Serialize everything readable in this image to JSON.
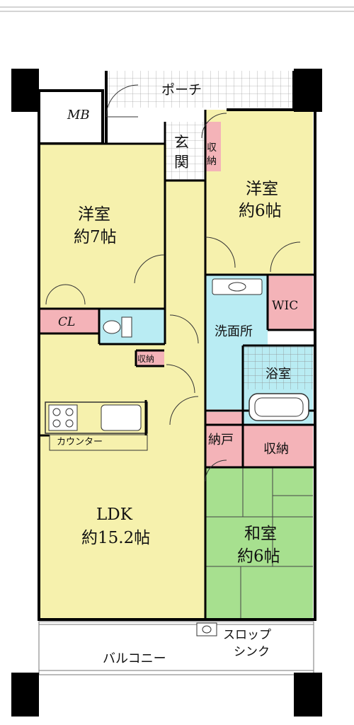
{
  "rooms": {
    "western_room_1": {
      "name": "洋室",
      "size": "約7帖"
    },
    "western_room_2": {
      "name": "洋室",
      "size": "約6帖"
    },
    "ldk": {
      "name": "LDK",
      "size": "約15.2帖"
    },
    "japanese_room": {
      "name": "和室",
      "size": "約6帖"
    },
    "entrance": {
      "name": "玄関"
    },
    "washroom": {
      "name": "洗面所"
    },
    "bathroom": {
      "name": "浴室"
    }
  },
  "storage": {
    "mb": "MB",
    "cl": "CL",
    "wic": "WIC",
    "entrance_storage": "収納",
    "hall_storage": "収納",
    "nando": "納戸",
    "japanese_storage": "収納"
  },
  "labels": {
    "porch": "ポーチ",
    "counter": "カウンター",
    "balcony": "バルコニー",
    "slop_sink_1": "スロップ",
    "slop_sink_2": "シンク"
  },
  "colors": {
    "wall": "#000000",
    "western": "#f6f1ad",
    "ldk": "#f6f1ad",
    "japanese": "#a7e08f",
    "wet": "#b9ecf3",
    "storage": "#f4b3b8",
    "outdoor": "#ffffff",
    "tile": "#9a9a9a"
  }
}
